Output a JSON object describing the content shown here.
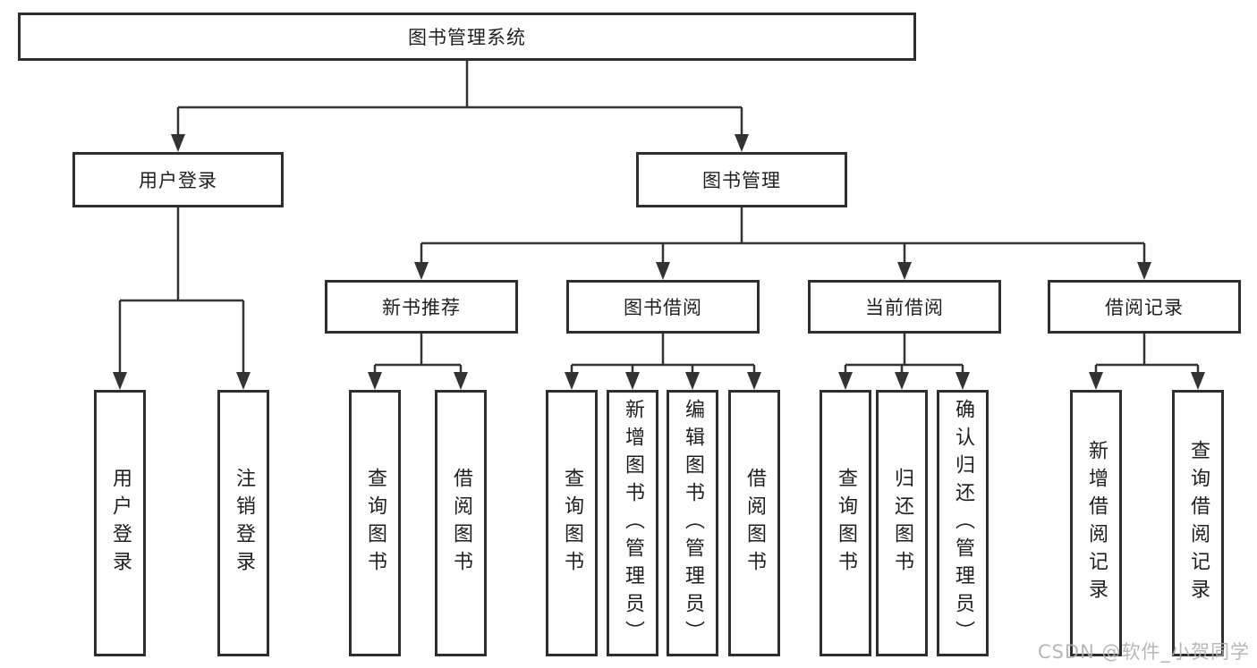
{
  "diagram_title": "图书管理系统",
  "nodes": {
    "root": "图书管理系统",
    "user_login": "用户登录",
    "book_mgmt": "图书管理",
    "new_book_rec": "新书推荐",
    "book_borrow": "图书借阅",
    "current_borrow": "当前借阅",
    "borrow_records": "借阅记录",
    "leaf_user_login": "用户登录",
    "leaf_logout": "注销登录",
    "leaf_rec_query_books": "查询图书",
    "leaf_rec_borrow_books": "借阅图书",
    "leaf_bb_query_books": "查询图书",
    "leaf_bb_add_books_admin": "新增图书（管理员）",
    "leaf_bb_edit_books_admin": "编辑图书（管理员）",
    "leaf_bb_borrow_books": "借阅图书",
    "leaf_cb_query_books": "查询图书",
    "leaf_cb_return_books": "归还图书",
    "leaf_cb_confirm_return_admin": "确认归还（管理员）",
    "leaf_br_add_record": "新增借阅记录",
    "leaf_br_query_record": "查询借阅记录"
  },
  "hierarchy": {
    "label": "图书管理系统",
    "children": [
      {
        "label": "用户登录",
        "children": [
          {
            "label": "用户登录"
          },
          {
            "label": "注销登录"
          }
        ]
      },
      {
        "label": "图书管理",
        "children": [
          {
            "label": "新书推荐",
            "children": [
              {
                "label": "查询图书"
              },
              {
                "label": "借阅图书"
              }
            ]
          },
          {
            "label": "图书借阅",
            "children": [
              {
                "label": "查询图书"
              },
              {
                "label": "新增图书（管理员）"
              },
              {
                "label": "编辑图书（管理员）"
              },
              {
                "label": "借阅图书"
              }
            ]
          },
          {
            "label": "当前借阅",
            "children": [
              {
                "label": "查询图书"
              },
              {
                "label": "归还图书"
              },
              {
                "label": "确认归还（管理员）"
              }
            ]
          },
          {
            "label": "借阅记录",
            "children": [
              {
                "label": "新增借阅记录"
              },
              {
                "label": "查询借阅记录"
              }
            ]
          }
        ]
      }
    ]
  },
  "watermark": "CSDN @软件_小贺同学",
  "colors": {
    "line": "#333333",
    "border": "#2e2e2e",
    "text": "#1f1f1f",
    "background": "#ffffff",
    "watermark": "#afafaf"
  }
}
